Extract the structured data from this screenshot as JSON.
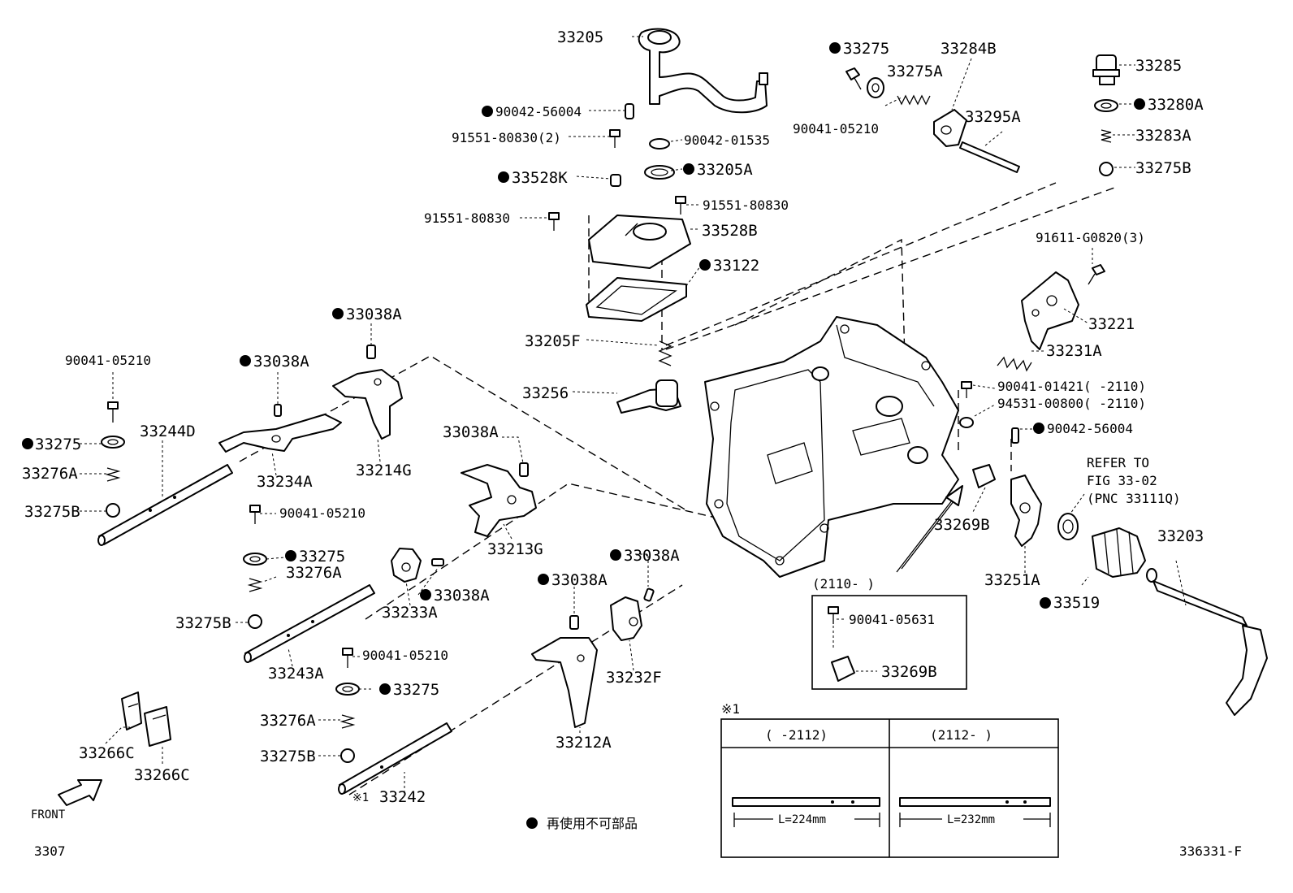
{
  "diagram": {
    "page_code": "3307",
    "figure_code": "336331-F",
    "front_label": "FRONT",
    "legend_text": "再使用不可部品",
    "inset_title": "(2110-      )",
    "note_marker": "※1",
    "table_col1_header": "(      -2112)",
    "table_col2_header": "(2112-      )",
    "table_col1_length": "L=224mm",
    "table_col2_length": "L=232mm",
    "refer_line1": "REFER TO",
    "refer_line2": "FIG 33-02",
    "refer_line3": "(PNC 33111Q)"
  },
  "labels": {
    "p33205": "33205",
    "p90042_56004_a": "90042-56004",
    "p91551_80830_2": "91551-80830(2)",
    "p90042_01535": "90042-01535",
    "p33205A": "33205A",
    "p33528K": "33528K",
    "p91551_80830_r": "91551-80830",
    "p91551_80830_l": "91551-80830",
    "p33528B": "33528B",
    "p33122": "33122",
    "p33205F": "33205F",
    "p33256": "33256",
    "p33275_top": "33275",
    "p33284B": "33284B",
    "p33275A": "33275A",
    "p90041_05210_top": "90041-05210",
    "p33295A": "33295A",
    "p33285": "33285",
    "p33280A": "33280A",
    "p33283A": "33283A",
    "p33275B_top": "33275B",
    "p91611_G0820": "91611-G0820(3)",
    "p33221": "33221",
    "p33231A": "33231A",
    "p90041_01421": "90041-01421(      -2110)",
    "p94531_00800": "94531-00800(      -2110)",
    "p90042_56004_b": "90042-56004",
    "p33269B": "33269B",
    "p33251A": "33251A",
    "p33519": "33519",
    "p33203": "33203",
    "p90041_05631": "90041-05631",
    "p33269B_inset": "33269B",
    "p33038A_1": "33038A",
    "p33038A_2": "33038A",
    "p90041_05210_l": "90041-05210",
    "p33275_l": "33275",
    "p33244D": "33244D",
    "p33276A_l": "33276A",
    "p33275B_l": "33275B",
    "p33234A": "33234A",
    "p33214G": "33214G",
    "p33038A_3": "33038A",
    "p33213G": "33213G",
    "p90041_05210_m": "90041-05210",
    "p33275_m": "33275",
    "p33276A_m": "33276A",
    "p33275B_m": "33275B",
    "p33233A": "33233A",
    "p33038A_4": "33038A",
    "p33243A": "33243A",
    "p33038A_5": "33038A",
    "p33038A_6": "33038A",
    "p33232F": "33232F",
    "p33212A": "33212A",
    "p90041_05210_b": "90041-05210",
    "p33275_b": "33275",
    "p33276A_b": "33276A",
    "p33275B_b": "33275B",
    "p33242": "33242",
    "p33266C_a": "33266C",
    "p33266C_b": "33266C"
  }
}
